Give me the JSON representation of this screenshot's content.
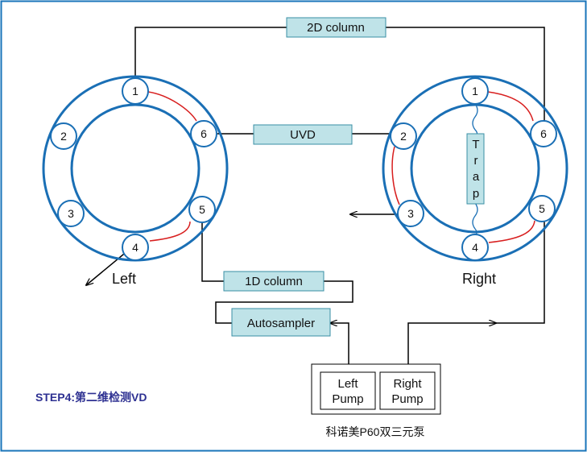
{
  "diagram": {
    "columns": {
      "col2d": "2D column",
      "uvd": "UVD",
      "col1d": "1D column",
      "autosampler": "Autosampler"
    },
    "valves": {
      "left": {
        "label": "Left",
        "ports": [
          "1",
          "2",
          "3",
          "4",
          "5",
          "6"
        ]
      },
      "right": {
        "label": "Right",
        "ports": [
          "1",
          "2",
          "3",
          "4",
          "5",
          "6"
        ]
      }
    },
    "trap": [
      "T",
      "r",
      "a",
      "p"
    ],
    "pumps": {
      "left": [
        "Left",
        "Pump"
      ],
      "right": [
        "Right",
        "Pump"
      ],
      "caption": "科诺美P60双三元泵"
    },
    "step": "STEP4:第二维检测VD",
    "colors": {
      "frame": "#1a74ba",
      "ring": "#1a6fb5",
      "box_fill": "#bfe3e8",
      "box_stroke": "#3a8fa5",
      "red_link": "#d81f1f",
      "step_text": "#2e3192"
    }
  }
}
